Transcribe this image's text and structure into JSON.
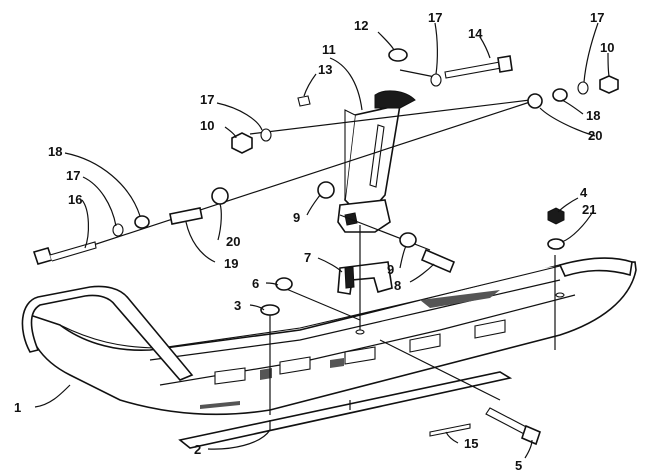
{
  "diagram": {
    "callouts": [
      "1",
      "2",
      "3",
      "4",
      "5",
      "6",
      "7",
      "8",
      "9",
      "9",
      "10",
      "10",
      "11",
      "12",
      "13",
      "14",
      "15",
      "16",
      "17",
      "17",
      "17",
      "17",
      "18",
      "18",
      "19",
      "20",
      "20",
      "21"
    ]
  },
  "colors": {
    "ink": "#111111",
    "background": "#ffffff",
    "shade": "#555555"
  }
}
